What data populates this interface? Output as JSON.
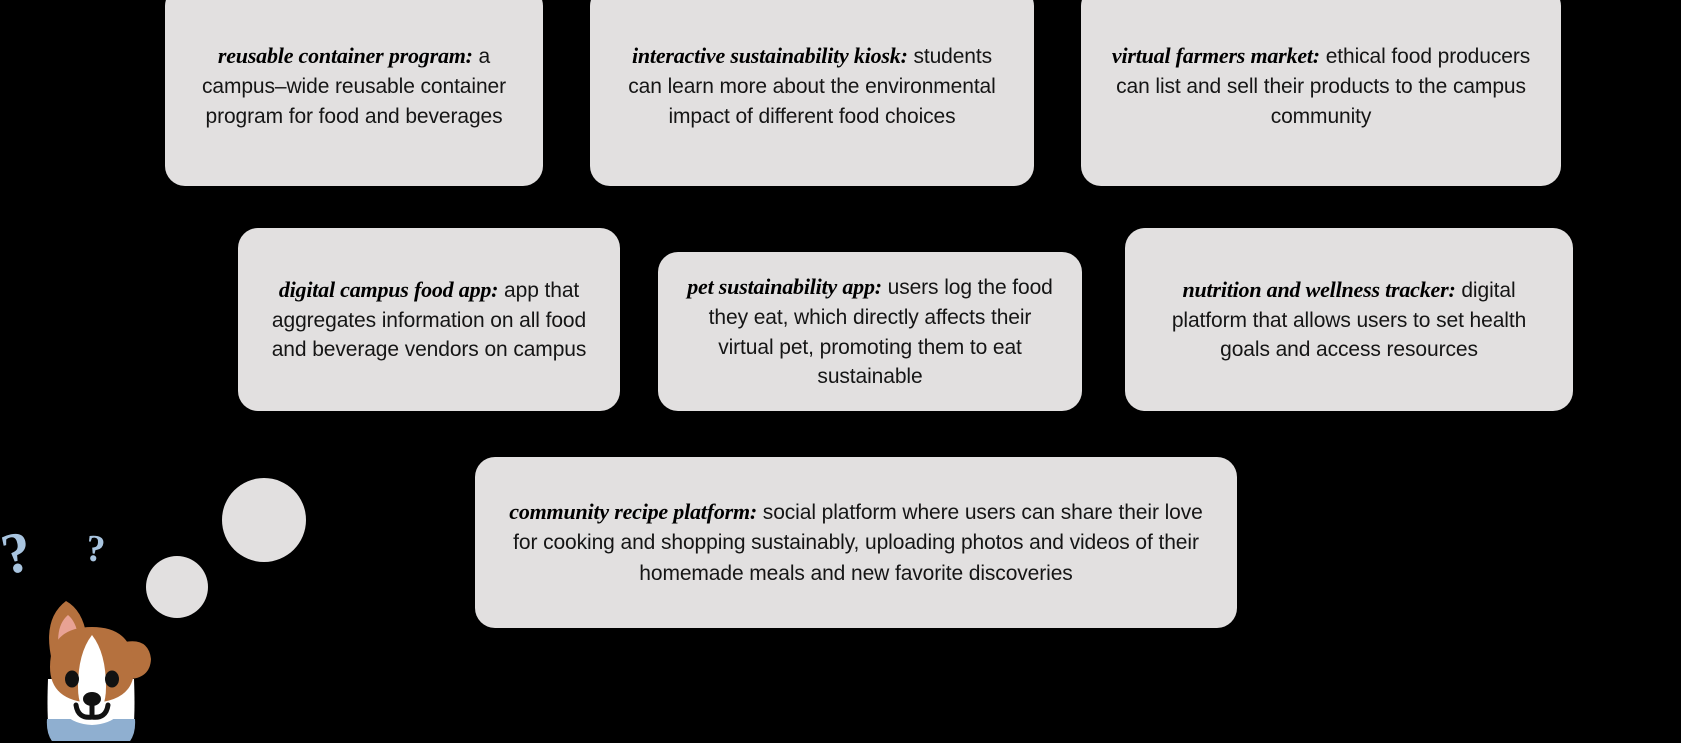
{
  "background_color": "#000000",
  "card_color": "#E2E0E0",
  "text_color": "#151515",
  "accent_color": "#A9C5E0",
  "cards": [
    {
      "id": "reusable-container-program",
      "lead": "reusable container program:",
      "body": " a campus–wide reusable container program for food and beverages"
    },
    {
      "id": "interactive-sustainability-kiosk",
      "lead": "interactive sustainability kiosk:",
      "body": " students can learn more about the environmental impact of different food choices"
    },
    {
      "id": "virtual-farmers-market",
      "lead": "virtual farmers market:",
      "body": " ethical food producers can list and sell their products to the campus community"
    },
    {
      "id": "digital-campus-food-app",
      "lead": "digital campus food app:",
      "body": " app that aggregates information on all food and beverage vendors on campus"
    },
    {
      "id": "pet-sustainability-app",
      "lead": "pet sustainability app:",
      "body": " users log the food they eat, which directly affects their virtual pet, promoting them to eat sustainable"
    },
    {
      "id": "nutrition-and-wellness-tracker",
      "lead": "nutrition and wellness tracker:",
      "body": " digital platform that allows users to set health goals and access resources"
    },
    {
      "id": "community-recipe-platform",
      "lead": "community recipe platform:",
      "body": " social platform where users can share their love for cooking and shopping sustainably, uploading photos and videos of their homemade meals and new favorite discoveries"
    }
  ],
  "illustration": {
    "question_mark_large": "?",
    "question_mark_small": "?",
    "corgi": {
      "fur_color": "#B5713E",
      "inner_ear_color": "#E8A294",
      "muzzle_color": "#FFFFFF",
      "collar_color": "#8FAFD0",
      "feature_color": "#111111"
    }
  }
}
